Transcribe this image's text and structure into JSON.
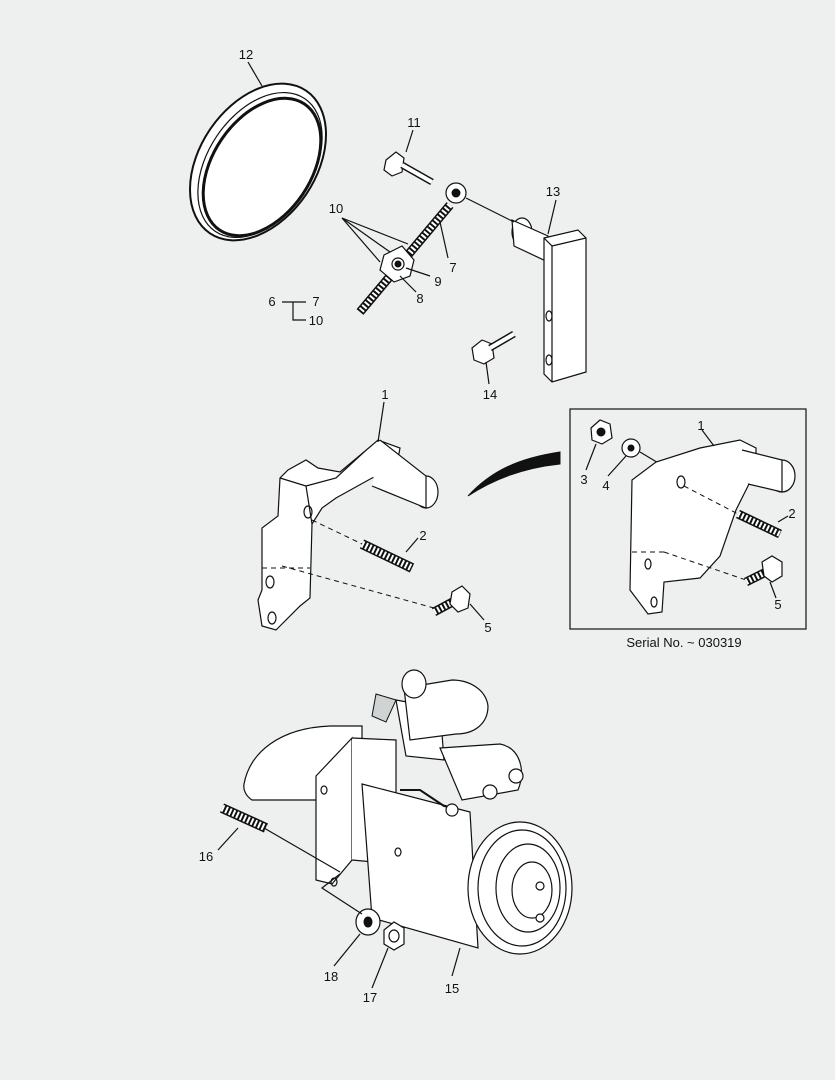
{
  "labels": {
    "p1_top": "1",
    "p1_inset": "1",
    "p2_main": "2",
    "p2_inset": "2",
    "p3": "3",
    "p4": "4",
    "p5_main": "5",
    "p5_inset": "5",
    "p6": "6",
    "p7_bracket": "7",
    "p7_rod": "7",
    "p8": "8",
    "p9": "9",
    "p10_group": "10",
    "p10_bracket": "10",
    "p11": "11",
    "p12": "12",
    "p13": "13",
    "p14": "14",
    "p15": "15",
    "p16": "16",
    "p17": "17",
    "p18": "18"
  },
  "inset": {
    "caption": "Serial No. ~ 030319"
  }
}
